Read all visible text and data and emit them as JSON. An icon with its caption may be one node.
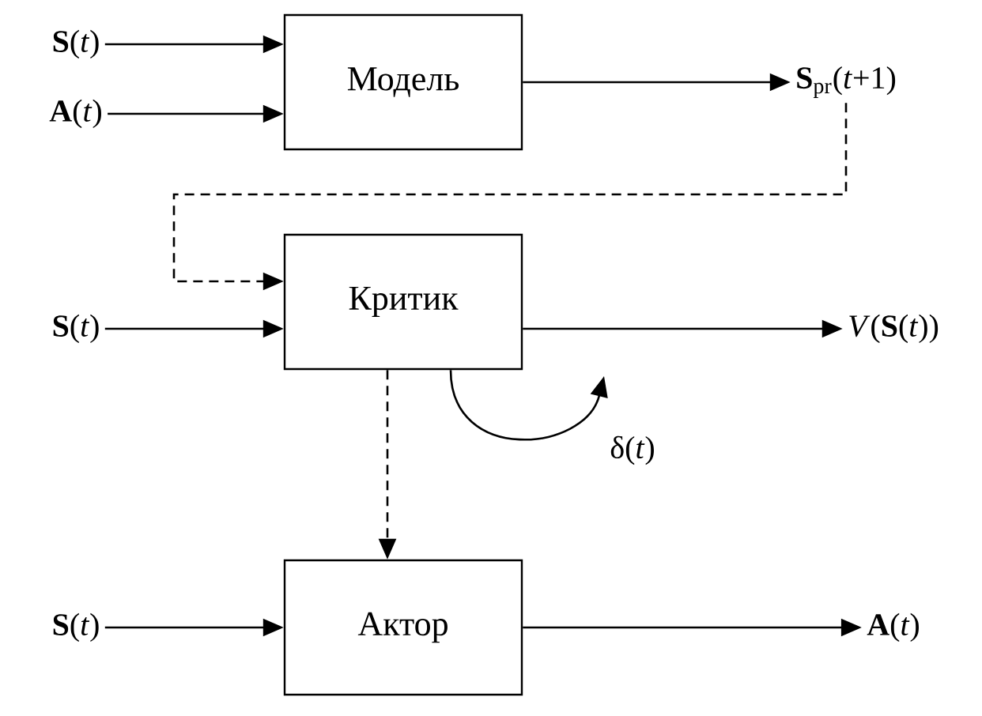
{
  "diagram": {
    "nodes": [
      {
        "text": [
          "**S**(*t*)"
        ]
      },
      {
        "text": [
          "**A**(*t*)"
        ]
      },
      {
        "text": [
          "Модель"
        ]
      },
      {
        "text": [
          "**S**$_{pr}$(*t*+1)"
        ]
      },
      {
        "text": [
          "**S**(*t*)"
        ]
      },
      {
        "text": [
          "Критик"
        ]
      },
      {
        "text": [
          "*V*(**S**(*t*))"
        ]
      },
      {
        "text": [
          "**S**(*t*)"
        ]
      },
      {
        "text": [
          "Актор"
        ]
      },
      {
        "text": [
          "**A**(*t*)"
        ]
      }
    ],
    "edges": [
      {
        "from": 0,
        "to": 2,
        "arrow": "to"
      },
      {
        "from": 1,
        "to": 2,
        "arrow": "to"
      },
      {
        "from": 2,
        "to": 3,
        "arrow": "to"
      },
      {
        "from": 3,
        "to": 5,
        "arrow": "to",
        "style": "dashed"
      },
      {
        "from": 4,
        "to": 5,
        "arrow": "to"
      },
      {
        "from": 5,
        "to": 6,
        "arrow": "to"
      },
      {
        "from": 5,
        "to": 5,
        "arrow": "to",
        "label": "δ(*t*)"
      },
      {
        "from": 5,
        "to": 8,
        "arrow": "to",
        "style": "dashed"
      },
      {
        "from": 7,
        "to": 8,
        "arrow": "to"
      },
      {
        "from": 8,
        "to": 9,
        "arrow": "to"
      }
    ]
  }
}
